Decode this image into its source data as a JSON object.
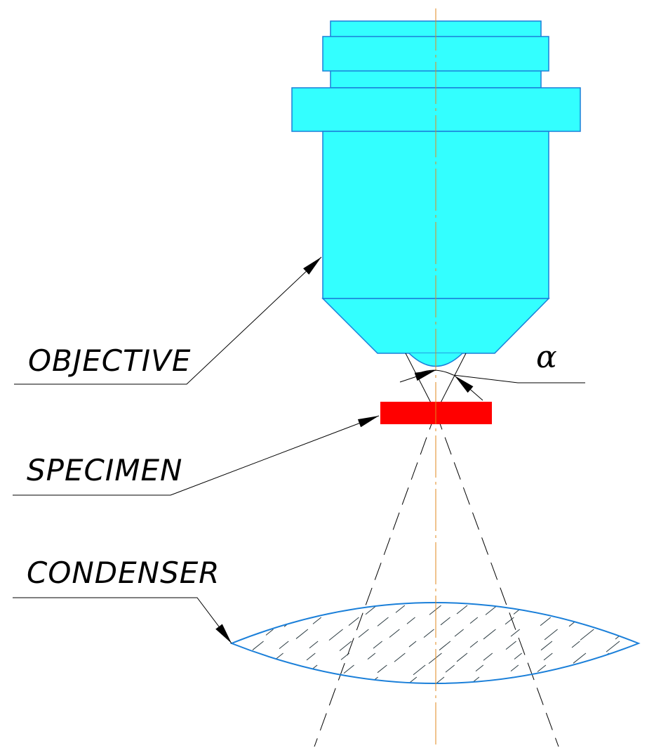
{
  "labels": {
    "objective": "OBJECTIVE",
    "specimen": "SPECIMEN",
    "condenser": "CONDENSER",
    "angle": "α"
  },
  "colors": {
    "objective_fill": "#33ffff",
    "objective_stroke": "#1a7fd9",
    "specimen_fill": "#ff0000",
    "condenser_stroke": "#1a7fd9",
    "axis": "#e08a1e"
  }
}
